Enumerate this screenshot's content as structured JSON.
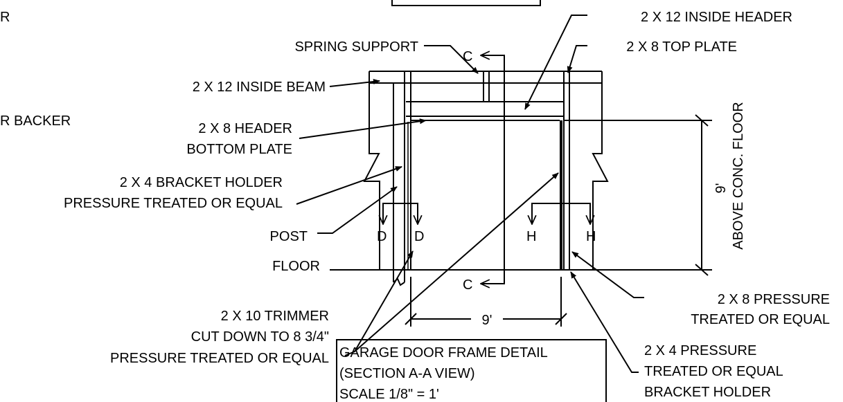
{
  "labels": {
    "inside_header": "2 X 12 INSIDE HEADER",
    "spring_support": "SPRING SUPPORT",
    "top_plate": "2 X 8 TOP PLATE",
    "inside_beam": "2 X 12 INSIDE BEAM",
    "backer_partial": "R BACKER",
    "header_bottom_1": "2 X 8 HEADER",
    "header_bottom_2": "BOTTOM PLATE",
    "bracket_holder_1": "2 X 4 BRACKET HOLDER",
    "bracket_holder_2": "PRESSURE TREATED OR EQUAL",
    "post": "POST",
    "floor": "FLOOR",
    "trimmer_1": "2 X 10 TRIMMER",
    "trimmer_2": "CUT DOWN TO 8 3/4\"",
    "trimmer_3": "PRESSURE TREATED OR EQUAL",
    "pt_2x8_1": "2 X 8 PRESSURE",
    "pt_2x8_2": "TREATED OR EQUAL",
    "pt_2x4_1": "2 X 4 PRESSURE",
    "pt_2x4_2": "TREATED OR EQUAL",
    "pt_2x4_3": "BRACKET HOLDER",
    "partial_r": "R"
  },
  "dimensions": {
    "height_value": "9'",
    "height_note": "ABOVE CONC. FLOOR",
    "width_value": "9'"
  },
  "section_markers": {
    "c": "C",
    "d": "D",
    "h": "H"
  },
  "title_block": {
    "line1": "GARAGE DOOR FRAME DETAIL",
    "line2": "(SECTION A-A VIEW)",
    "line3": "SCALE 1/8\" = 1'"
  }
}
